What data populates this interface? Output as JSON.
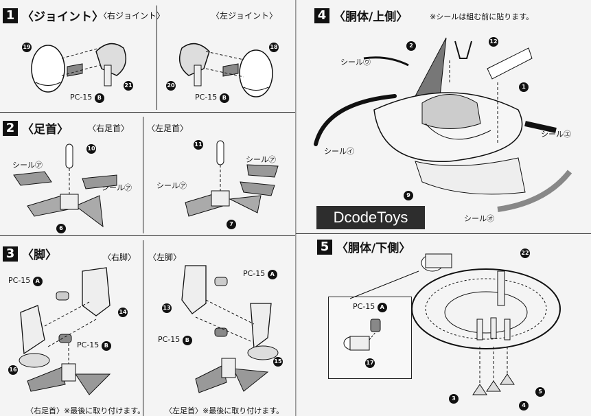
{
  "steps": [
    {
      "num": "1",
      "title": "〈ジョイント〉",
      "sub_right": "〈右ジョイント〉",
      "sub_left": "〈左ジョイント〉"
    },
    {
      "num": "2",
      "title": "〈足首〉",
      "sub_right": "〈右足首〉",
      "sub_left": "〈左足首〉"
    },
    {
      "num": "3",
      "title": "〈脚〉",
      "sub_right": "〈右脚〉",
      "sub_left": "〈左脚〉"
    },
    {
      "num": "4",
      "title": "〈胴体/上側〉",
      "note": "※シールは組む前に貼ります。"
    },
    {
      "num": "5",
      "title": "〈胴体/下側〉"
    }
  ],
  "labels": {
    "pc15b": "PC-15",
    "pc15a": "PC-15",
    "seal_a": "シール㋐",
    "seal_u": "シール㋒",
    "seal_i": "シール㋑",
    "seal_e": "シール㋓",
    "seal_o": "シール㋔",
    "note_right_ankle": "〈右足首〉※最後に取り付けます。",
    "note_left_ankle": "〈左足首〉※最後に取り付けます。"
  },
  "part_numbers": {
    "p19": "19",
    "p21": "21",
    "p20": "20",
    "p18": "18",
    "p10": "10",
    "p6": "6",
    "p11": "11",
    "p7": "7",
    "p14": "14",
    "p16": "16",
    "p13": "13",
    "p15": "15",
    "p2": "2",
    "p12": "12",
    "p1": "1",
    "p9": "9",
    "p22": "22",
    "p17": "17",
    "p3": "3",
    "p4": "4",
    "p5": "5"
  },
  "circle_letters": {
    "A": "A",
    "B": "B"
  },
  "watermark": "DcodeToys"
}
